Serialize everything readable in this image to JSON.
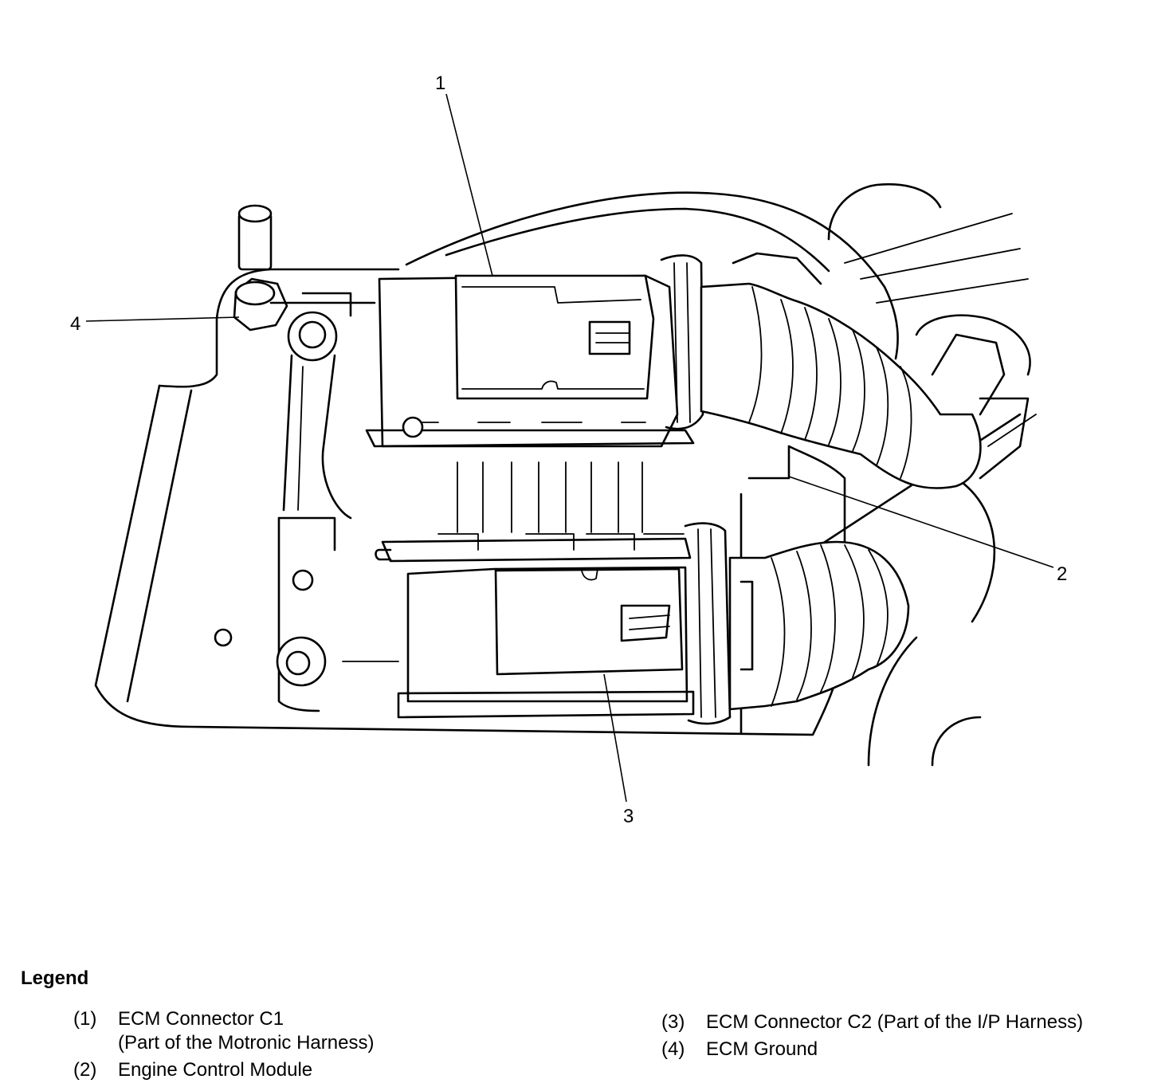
{
  "callouts": [
    "1",
    "2",
    "3",
    "4"
  ],
  "legend": {
    "title": "Legend",
    "items": [
      {
        "num": "(1)",
        "text": "ECM Connector C1",
        "sub": "(Part of the Motronic Harness)"
      },
      {
        "num": "(2)",
        "text": "Engine Control Module"
      },
      {
        "num": "(3)",
        "text": "ECM Connector C2 (Part of the I/P Harness)"
      },
      {
        "num": "(4)",
        "text": "ECM Ground"
      }
    ]
  }
}
